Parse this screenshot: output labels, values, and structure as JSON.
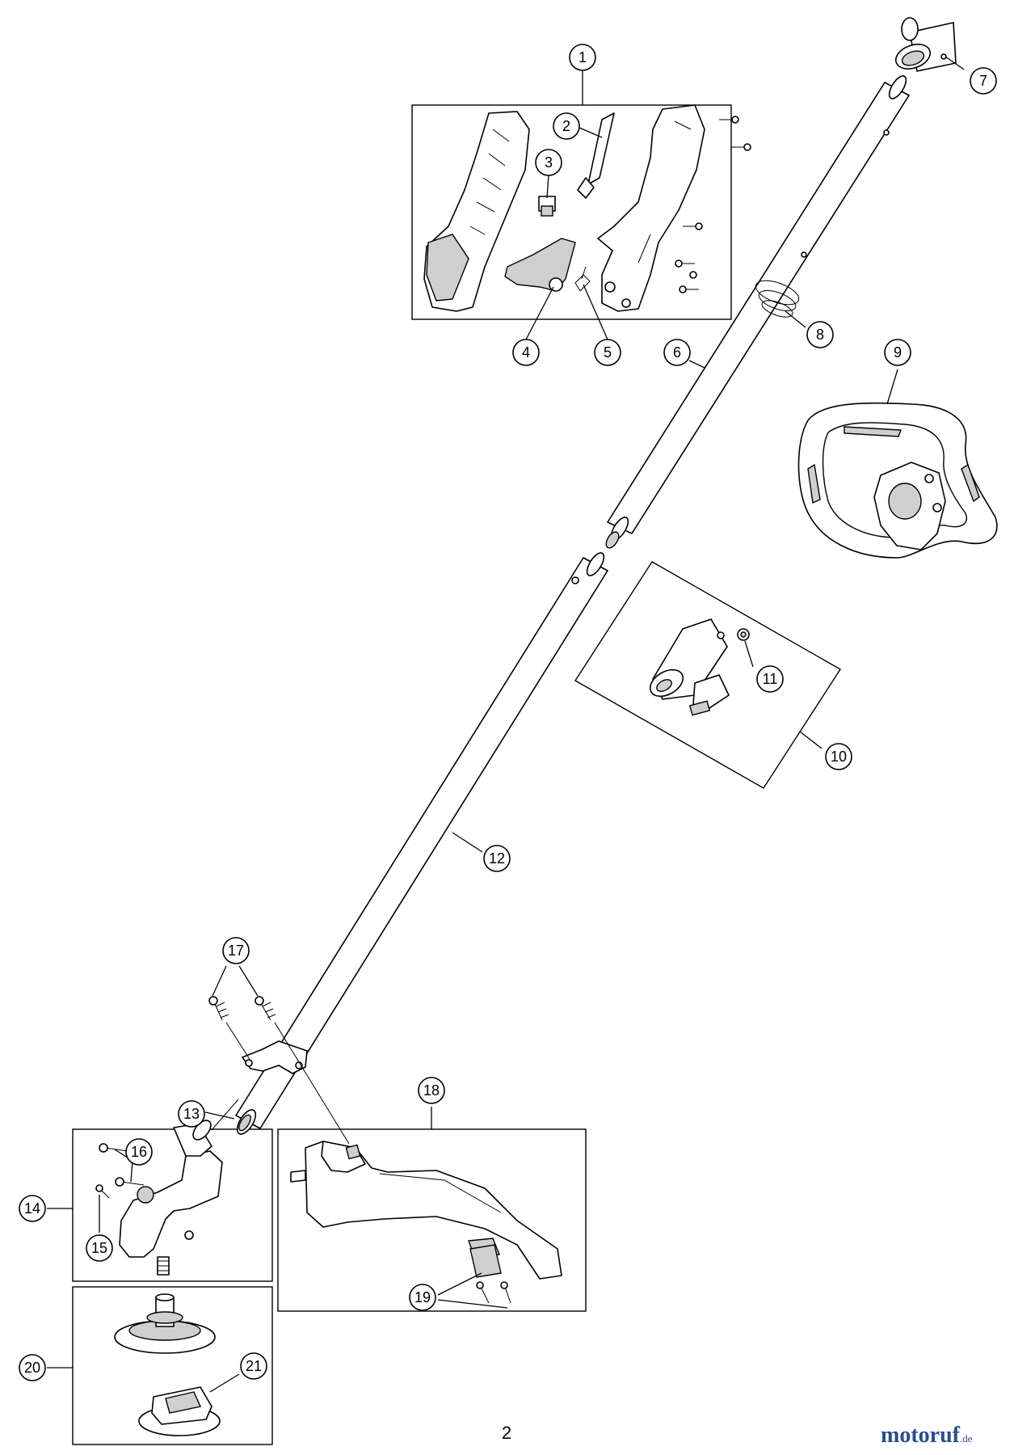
{
  "page_number": "2",
  "watermark": {
    "brand": "motoruf",
    "suffix": ".de",
    "colors": {
      "blue": "#2a4d8f",
      "red": "#d9352b",
      "green": "#3a8f3a"
    }
  },
  "callouts": [
    {
      "id": "c1",
      "label": "1"
    },
    {
      "id": "c2",
      "label": "2"
    },
    {
      "id": "c3",
      "label": "3"
    },
    {
      "id": "c4",
      "label": "4"
    },
    {
      "id": "c5",
      "label": "5"
    },
    {
      "id": "c6",
      "label": "6"
    },
    {
      "id": "c7",
      "label": "7"
    },
    {
      "id": "c8",
      "label": "8"
    },
    {
      "id": "c9",
      "label": "9"
    },
    {
      "id": "c10",
      "label": "10"
    },
    {
      "id": "c11",
      "label": "11"
    },
    {
      "id": "c12",
      "label": "12"
    },
    {
      "id": "c13",
      "label": "13"
    },
    {
      "id": "c14",
      "label": "14"
    },
    {
      "id": "c15",
      "label": "15"
    },
    {
      "id": "c16",
      "label": "16"
    },
    {
      "id": "c17",
      "label": "17"
    },
    {
      "id": "c18",
      "label": "18"
    },
    {
      "id": "c19",
      "label": "19"
    },
    {
      "id": "c20",
      "label": "20"
    },
    {
      "id": "c21",
      "label": "21"
    }
  ]
}
